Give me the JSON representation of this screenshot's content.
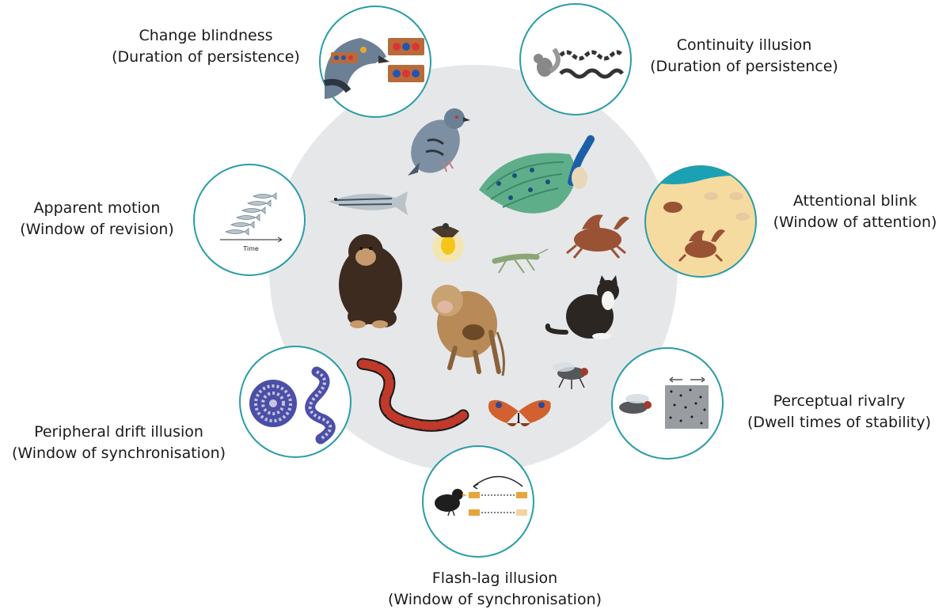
{
  "illusions": [
    {
      "id": "change-blindness",
      "name": "Change blindness",
      "measure": "(Duration of persistence)",
      "icon": "pigeon-card-icon"
    },
    {
      "id": "continuity-illusion",
      "name": "Continuity illusion",
      "measure": "(Duration of persistence)",
      "icon": "squirrel-wave-icon"
    },
    {
      "id": "attentional-blink",
      "name": "Attentional blink",
      "measure": "(Window of attention)",
      "icon": "crabs-beach-icon"
    },
    {
      "id": "perceptual-rivalry",
      "name": "Perceptual rivalry",
      "measure": "(Dwell times of stability)",
      "icon": "fly-dots-icon"
    },
    {
      "id": "flash-lag-illusion",
      "name": "Flash-lag illusion",
      "measure": "(Window of synchronisation)",
      "icon": "bird-flash-icon"
    },
    {
      "id": "peripheral-drift-illusion",
      "name": "Peripheral drift illusion",
      "measure": "(Window of synchronisation)",
      "icon": "drift-snake-icon"
    },
    {
      "id": "apparent-motion",
      "name": "Apparent motion",
      "measure": "(Window of revision)",
      "icon": "fish-sequence-icon",
      "inset_label": "Time"
    }
  ],
  "center_animals": [
    "pigeon",
    "peacock",
    "zebrafish",
    "firefly",
    "crab",
    "grasshopper",
    "chimpanzee",
    "macaque",
    "cat",
    "coral snake",
    "fly",
    "butterfly"
  ],
  "colors": {
    "ring": "#2a9da6",
    "center": "#e6e7e9",
    "sand": "#f6dba0",
    "sea": "#1aa2b4",
    "crab": "#9a5234"
  }
}
